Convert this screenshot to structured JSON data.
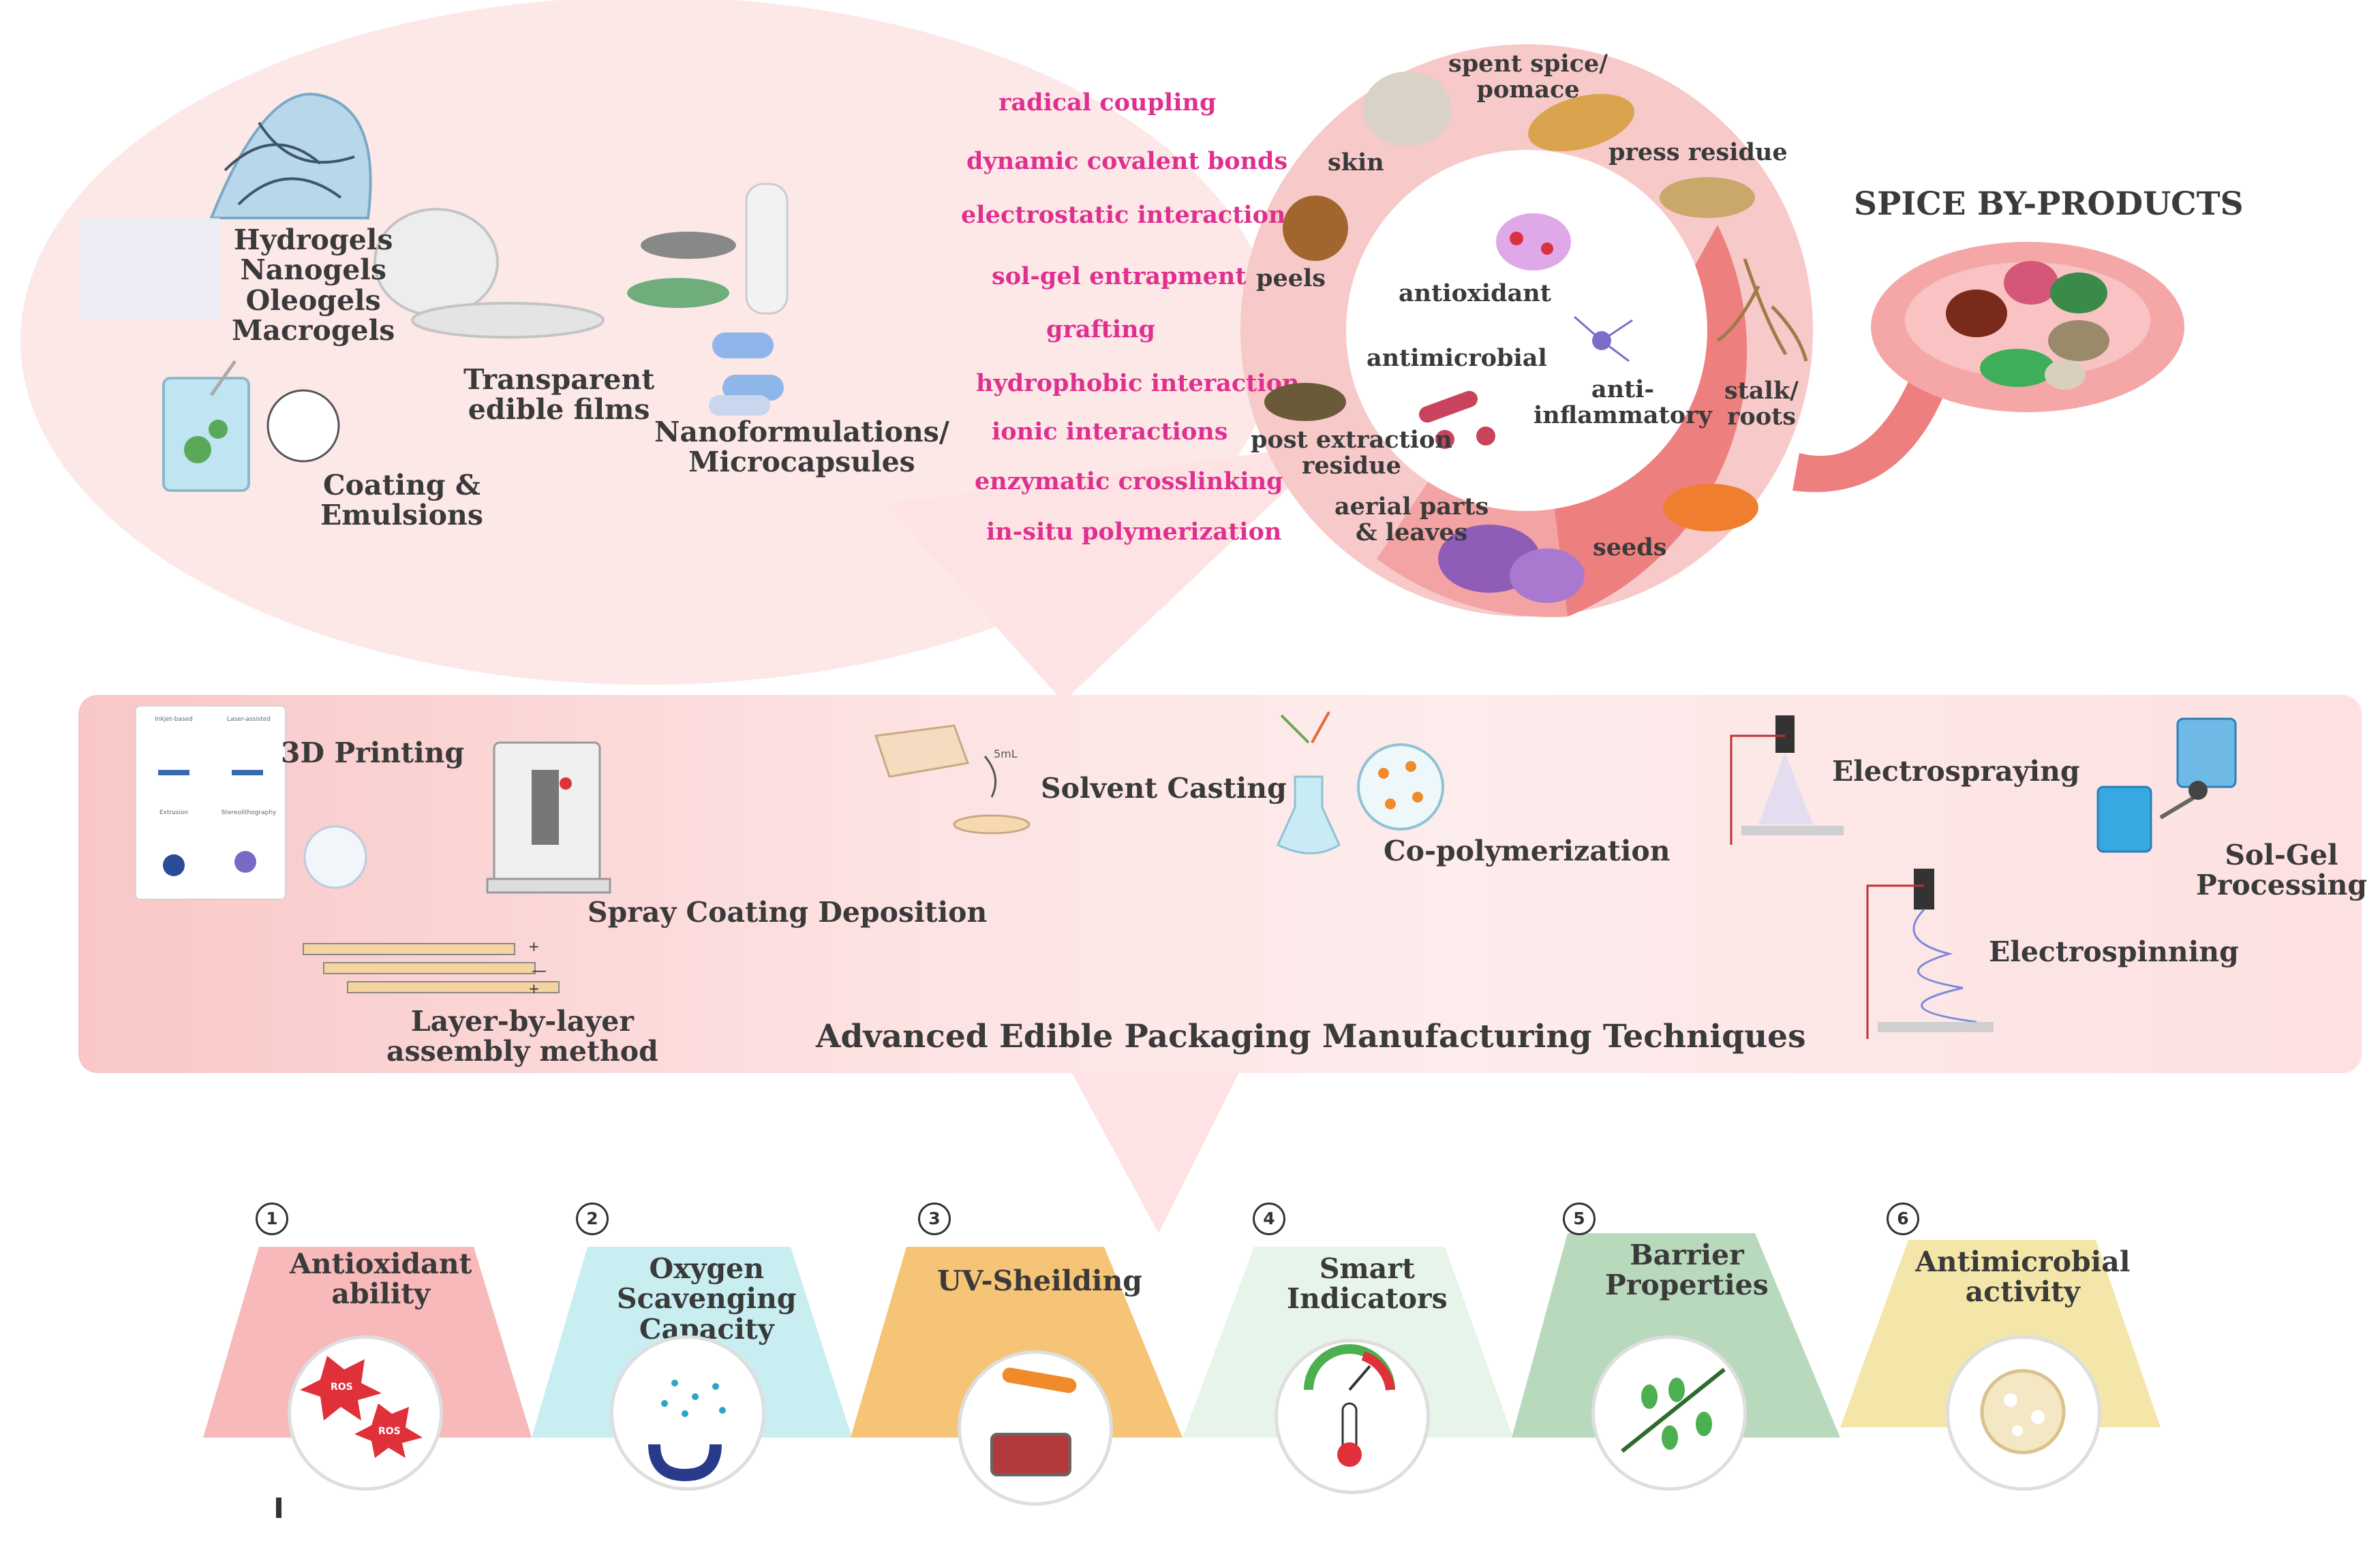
{
  "formulations": {
    "gels": [
      "Hydrogels",
      "Nanogels",
      "Oleogels",
      "Macrogels"
    ],
    "films": [
      "Transparent",
      "edible films"
    ],
    "nano": [
      "Nanoformulations/",
      "Microcapsules"
    ],
    "coating": [
      "Coating &",
      "Emulsions"
    ]
  },
  "interactions": [
    "radical coupling",
    "dynamic covalent bonds",
    "electrostatic interactions",
    "sol-gel entrapment",
    "grafting",
    "hydrophobic interaction",
    "ionic interactions",
    "enzymatic crosslinking",
    "in-situ polymerization"
  ],
  "ring": {
    "outer": {
      "spent": [
        "spent spice/",
        "pomace"
      ],
      "press": "press residue",
      "skin": "skin",
      "peels": "peels",
      "stalk": [
        "stalk/",
        "roots"
      ],
      "post": [
        "post extraction",
        "residue"
      ],
      "aerial": [
        "aerial parts",
        "& leaves"
      ],
      "seeds": "seeds"
    },
    "inner": {
      "antioxidant": "antioxidant",
      "antimicrobial": "antimicrobial",
      "antiinflammatory": [
        "anti-",
        "inflammatory"
      ]
    }
  },
  "spice_title": "SPICE BY-PRODUCTS",
  "techniques": {
    "title": "Advanced Edible Packaging Manufacturing Techniques",
    "printing": "3D Printing",
    "spray": "Spray Coating Deposition",
    "casting": "Solvent Casting",
    "copoly": "Co-polymerization",
    "electrospraying": "Electrospraying",
    "solgel": [
      "Sol-Gel",
      "Processing"
    ],
    "electrospinning": "Electrospinning",
    "lbl": [
      "Layer-by-layer",
      "assembly method"
    ],
    "flask_volume": "5mL",
    "card_labels": [
      "Inkjet-based",
      "Laser-assisted",
      "Extrusion",
      "Stereolithography"
    ]
  },
  "features": [
    {
      "num": "1",
      "lines": [
        "Antioxidant",
        "ability"
      ],
      "color": "#f7b9b9"
    },
    {
      "num": "2",
      "lines": [
        "Oxygen",
        "Scavenging",
        "Capacity"
      ],
      "color": "#c9eef2"
    },
    {
      "num": "3",
      "lines": [
        "UV-Sheilding"
      ],
      "color": "#f6c476"
    },
    {
      "num": "4",
      "lines": [
        "Smart",
        "Indicators"
      ],
      "color": "#e7f4ea"
    },
    {
      "num": "5",
      "lines": [
        "Barrier",
        "Properties"
      ],
      "color": "#b9d9bd"
    },
    {
      "num": "6",
      "lines": [
        "Antimicrobial",
        "activity"
      ],
      "color": "#f4e6a8"
    }
  ],
  "ros_label": "ROS",
  "colors": {
    "interaction_text": "#e0308f",
    "panel": "#fde0e0",
    "ring_outer": "#f7c9c9",
    "ring_accent": "#ee7f7f"
  }
}
